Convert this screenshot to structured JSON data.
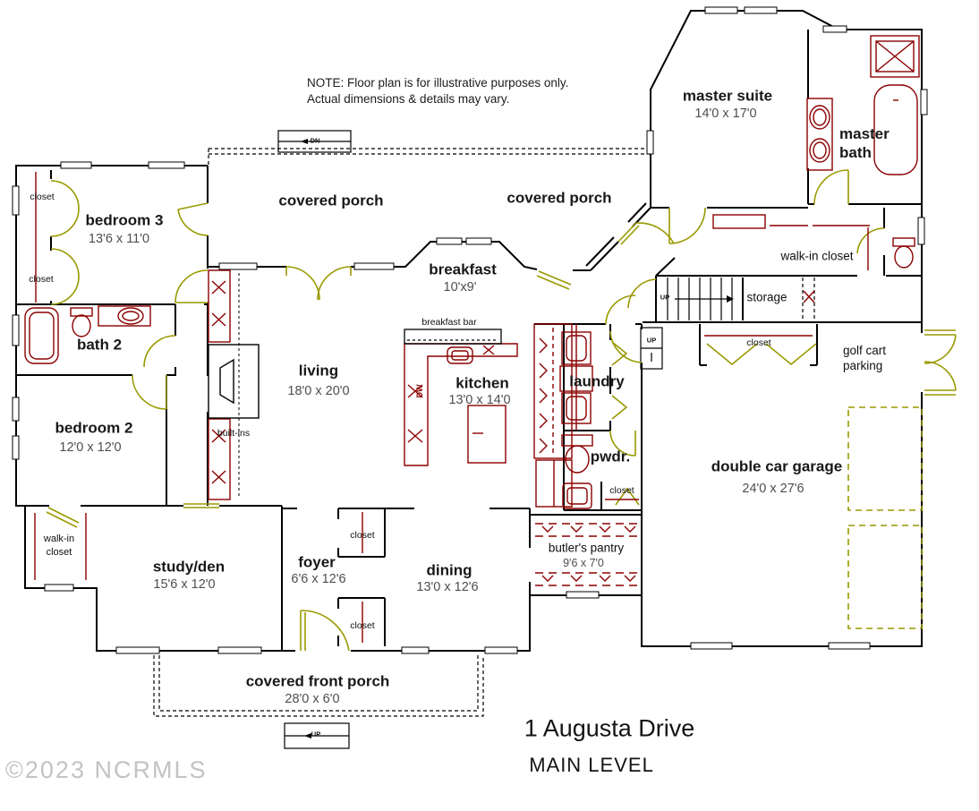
{
  "note": {
    "line1": "NOTE: Floor plan is for illustrative purposes only.",
    "line2": "Actual dimensions & details may vary."
  },
  "watermark": "©2023 NCRMLS",
  "footer": {
    "address": "1 Augusta Drive",
    "level": "MAIN LEVEL"
  },
  "colors": {
    "walls": "#000000",
    "fixtures": "#8b0000",
    "doors": "#999900",
    "dimension_text": "#4e4e4e",
    "watermark_text": "#c3c3c3"
  },
  "rooms": {
    "covered_porch_left": {
      "name": "covered porch"
    },
    "covered_porch_right": {
      "name": "covered porch"
    },
    "master_suite": {
      "name": "master suite",
      "dims": "14'0 x 17'0"
    },
    "master_bath": {
      "line1": "master",
      "line2": "bath"
    },
    "bedroom3": {
      "name": "bedroom 3",
      "dims": "13'6 x 11'0"
    },
    "bath2": {
      "name": "bath 2"
    },
    "bedroom2": {
      "name": "bedroom 2",
      "dims": "12'0 x 12'0"
    },
    "walk_in_closet_bedroom2": {
      "line1": "walk-in",
      "line2": "closet"
    },
    "study_den": {
      "name": "study/den",
      "dims": "15'6 x 12'0"
    },
    "living": {
      "name": "living",
      "dims": "18'0 x 20'0"
    },
    "breakfast": {
      "name": "breakfast",
      "dims": "10'x9'"
    },
    "kitchen": {
      "name": "kitchen",
      "dims": "13'0 x 14'0"
    },
    "laundry": {
      "name": "laundry"
    },
    "powder": {
      "name": "pwdr."
    },
    "foyer": {
      "name": "foyer",
      "dims": "6'6 x 12'6"
    },
    "dining": {
      "name": "dining",
      "dims": "13'0 x 12'6"
    },
    "butlers_pantry": {
      "name": "butler's pantry",
      "dims": "9'6 x 7'0"
    },
    "walk_in_closet_master": {
      "name": "walk-in closet"
    },
    "storage": {
      "name": "storage"
    },
    "golf_cart_parking": {
      "line1": "golf cart",
      "line2": "parking"
    },
    "garage": {
      "name": "double car garage",
      "dims": "24'0 x 27'6"
    },
    "covered_front_porch": {
      "name": "covered front porch",
      "dims": "28'0 x 6'0"
    }
  },
  "fixtures": {
    "dishwasher": "DW"
  },
  "small_labels": {
    "closet": "closet",
    "built_ins": "built-ins",
    "breakfast_bar": "breakfast bar"
  },
  "stairs": {
    "up": "UP",
    "down": "DN"
  }
}
